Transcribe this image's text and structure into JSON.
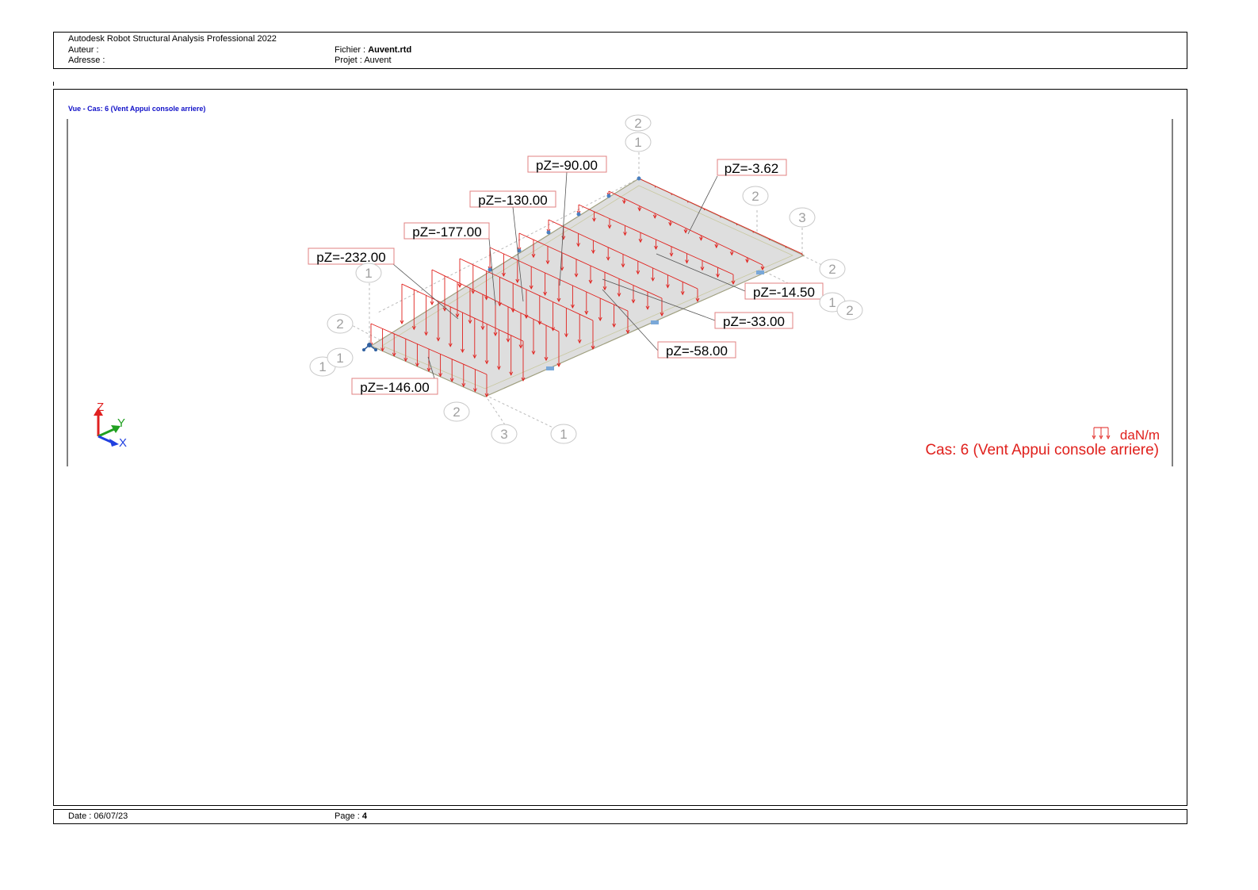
{
  "header": {
    "app_title": "Autodesk Robot Structural Analysis Professional 2022",
    "author_label": "Auteur :",
    "address_label": "Adresse :",
    "file_label": "Fichier :",
    "file_name": "Auvent.rtd",
    "project_label": "Projet :",
    "project_name": "Auvent"
  },
  "view": {
    "title": "Vue - Cas: 6 (Vent Appui console arriere)",
    "unit": "daN/m",
    "case_label": "Cas: 6 (Vent Appui console arriere)",
    "load_color": "#e0201c",
    "load_labels": [
      "pZ=-90.00",
      "pZ=-3.62",
      "pZ=-130.00",
      "pZ=-177.00",
      "pZ=-232.00",
      "pZ=-14.50",
      "pZ=-33.00",
      "pZ=-58.00",
      "pZ=-146.00"
    ],
    "node_labels": [
      "2",
      "1",
      "2",
      "3",
      "1",
      "2",
      "2",
      "1",
      "2",
      "1",
      "1",
      "2",
      "3",
      "1"
    ],
    "axes": {
      "z": "Z",
      "y": "Y",
      "x": "X",
      "z_color": "#e02020",
      "y_color": "#20a020",
      "x_color": "#2040e0"
    },
    "icons": [
      "distributed-load-icon",
      "support-icon",
      "axis-triad-icon"
    ]
  },
  "footer": {
    "date_label": "Date : 06/07/23",
    "page_label": "Page :",
    "page_number": "4"
  }
}
